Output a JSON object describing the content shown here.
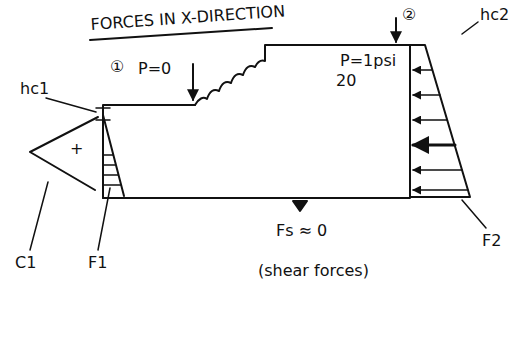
{
  "diagram": {
    "title": "FORCES IN X-DIRECTION",
    "labels": [
      "①",
      "P=0",
      "hc1",
      "+",
      "C1",
      "F1",
      "Fs ≈ 0",
      "(shear forces)",
      "②",
      "P=1psi",
      "20",
      "hc2",
      "F2"
    ]
  }
}
